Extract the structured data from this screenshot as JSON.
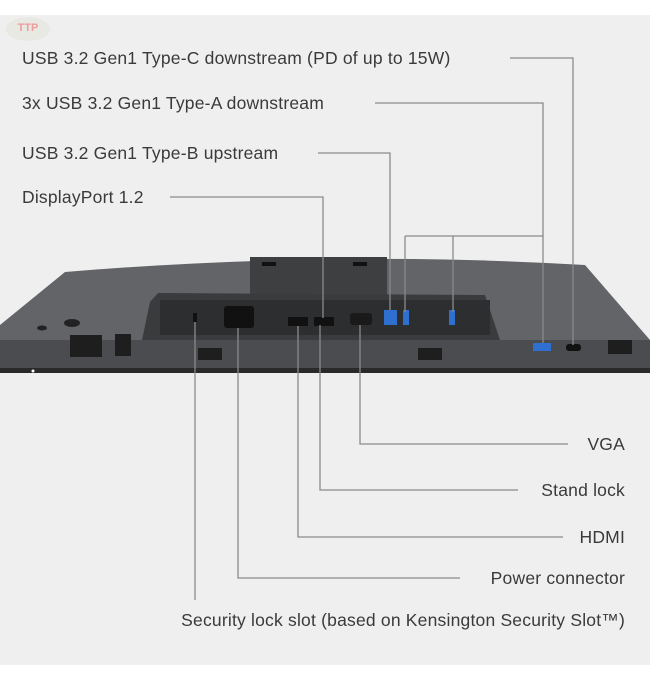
{
  "logo": "TTP",
  "labels_top": [
    "USB 3.2 Gen1 Type-C downstream (PD of up to 15W)",
    "3x USB 3.2 Gen1 Type-A downstream",
    "USB 3.2 Gen1 Type-B upstream",
    "DisplayPort 1.2"
  ],
  "labels_bottom": [
    "VGA",
    "Stand lock",
    "HDMI",
    "Power connector",
    "Security lock slot (based on Kensington Security Slot™)"
  ],
  "colors": {
    "background": "#efefef",
    "monitor": "#5a5b5e",
    "leader": "#8a8a8a",
    "usb_blue": "#2f6fd0"
  }
}
